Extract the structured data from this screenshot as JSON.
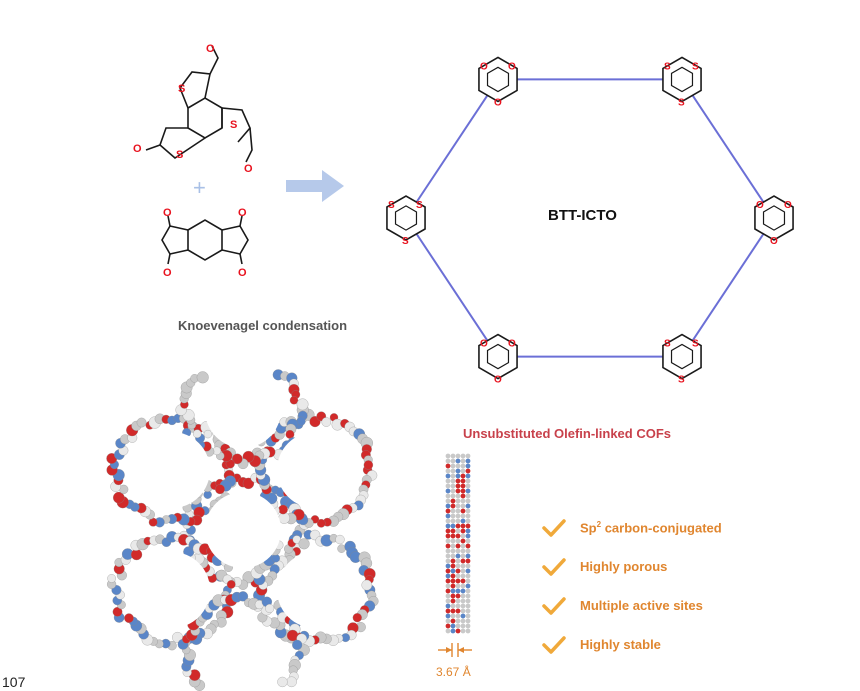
{
  "reaction": {
    "plus_sign": "+",
    "condition_label": "Knoevenagel condensation"
  },
  "cof": {
    "name": "BTT-ICTO",
    "category_label": "Unsubstituted Olefin-linked COFs",
    "layer_spacing": "3.67 Å"
  },
  "features": [
    {
      "prefix": "Sp",
      "sup": "2",
      "text": " carbon-conjugated"
    },
    {
      "prefix": "",
      "sup": "",
      "text": "Highly porous"
    },
    {
      "prefix": "",
      "sup": "",
      "text": "Multiple active sites"
    },
    {
      "prefix": "",
      "sup": "",
      "text": "Highly stable"
    }
  ],
  "page_number": "107",
  "colors": {
    "sulfur": "#e8121e",
    "oxygen": "#e8121e",
    "olefin_link": "#6b6fd6",
    "arrow": "#a9c0e6",
    "plus": "#a9c0e6",
    "category_text": "#c8414b",
    "feature_text": "#e0862f",
    "check": "#f0a93a",
    "atom_c": "#c9c9c9",
    "atom_o": "#d12a2a",
    "atom_n": "#5a86c8"
  },
  "atom_labels": {
    "sulfur": "S",
    "oxygen": "O"
  }
}
